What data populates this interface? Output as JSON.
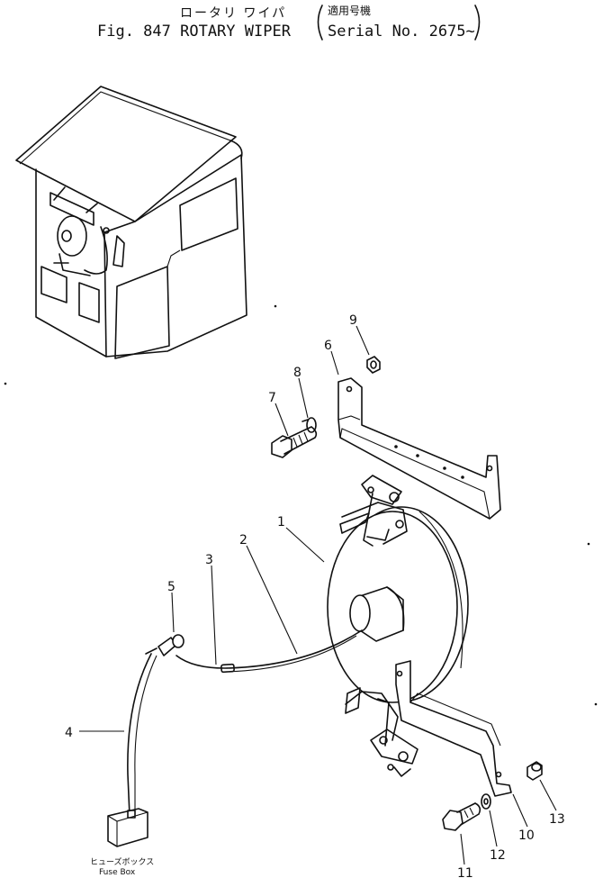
{
  "title": {
    "japanese": "ロータリ ワイパ",
    "english": "Fig. 847 ROTARY WIPER",
    "serial_japanese": "適用号機",
    "serial": "Serial No. 2675~"
  },
  "fuse_box_label": {
    "japanese": "ヒューズボックス",
    "english": "Fuse Box"
  },
  "callouts": [
    "1",
    "2",
    "3",
    "4",
    "5",
    "6",
    "7",
    "8",
    "9",
    "10",
    "11",
    "12",
    "13"
  ]
}
